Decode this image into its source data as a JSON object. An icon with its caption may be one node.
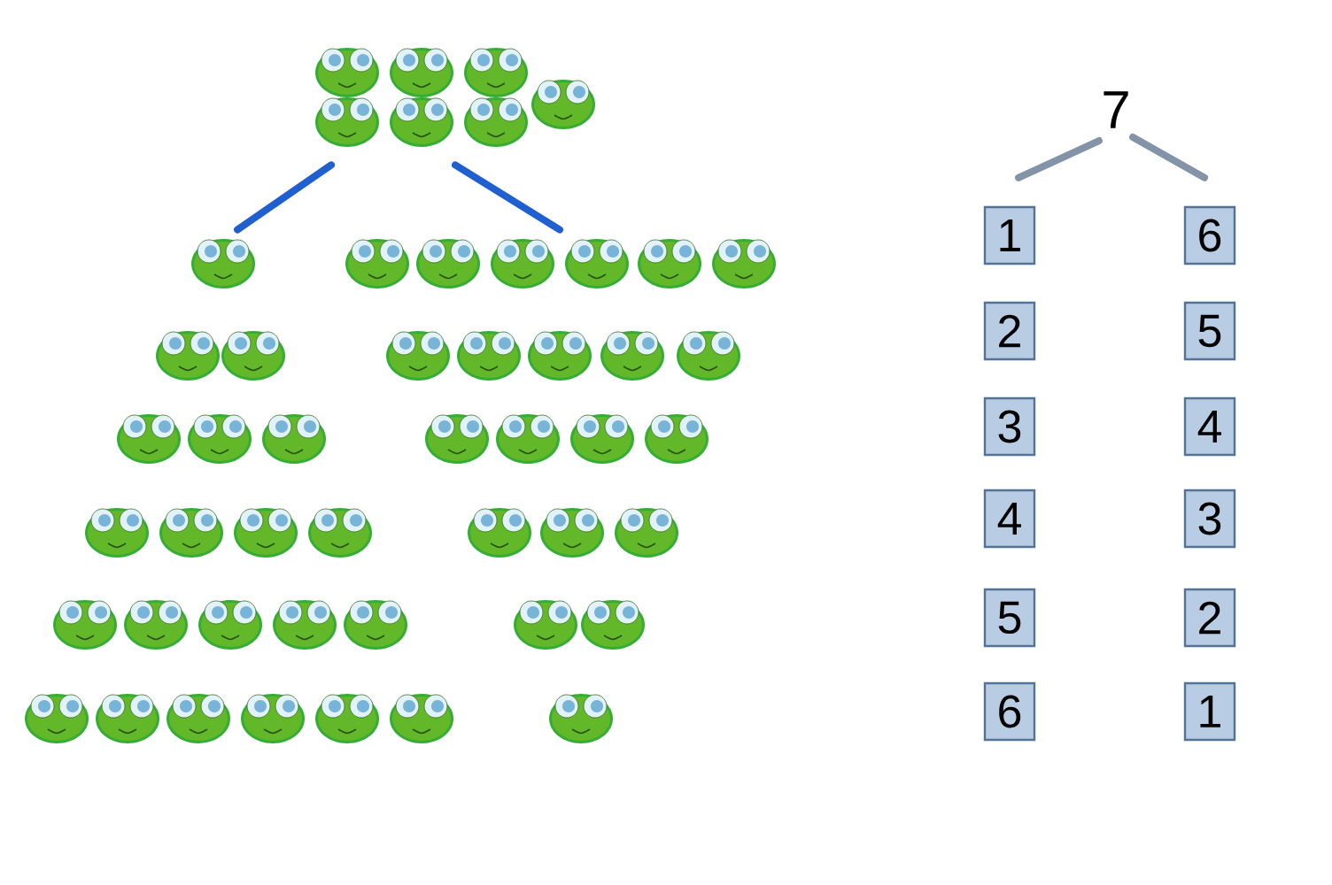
{
  "diagram": {
    "nodes": [
      {
        "text": [],
        "shape": "picture"
      },
      {
        "text": [],
        "shape": "picture"
      },
      {
        "text": [],
        "shape": "picture"
      },
      {
        "text": [
          "7"
        ]
      },
      {
        "text": [
          "1"
        ]
      },
      {
        "text": [
          "2"
        ]
      },
      {
        "text": [
          "3"
        ]
      },
      {
        "text": [
          "4"
        ]
      },
      {
        "text": [
          "5"
        ]
      },
      {
        "text": [
          "6"
        ]
      },
      {
        "text": [
          "6"
        ]
      },
      {
        "text": [
          "5"
        ]
      },
      {
        "text": [
          "4"
        ]
      },
      {
        "text": [
          "3"
        ]
      },
      {
        "text": [
          "2"
        ]
      },
      {
        "text": [
          "1"
        ]
      }
    ],
    "edges": [
      {
        "from": 0,
        "to": 1,
        "arrow": "none",
        "color": "#1f5fd0"
      },
      {
        "from": 0,
        "to": 2,
        "arrow": "none",
        "color": "#1f5fd0"
      },
      {
        "from": 3,
        "to": 4,
        "arrow": "none",
        "color": "#8394a8"
      },
      {
        "from": 3,
        "to": 10,
        "arrow": "none",
        "color": "#8394a8"
      }
    ]
  }
}
